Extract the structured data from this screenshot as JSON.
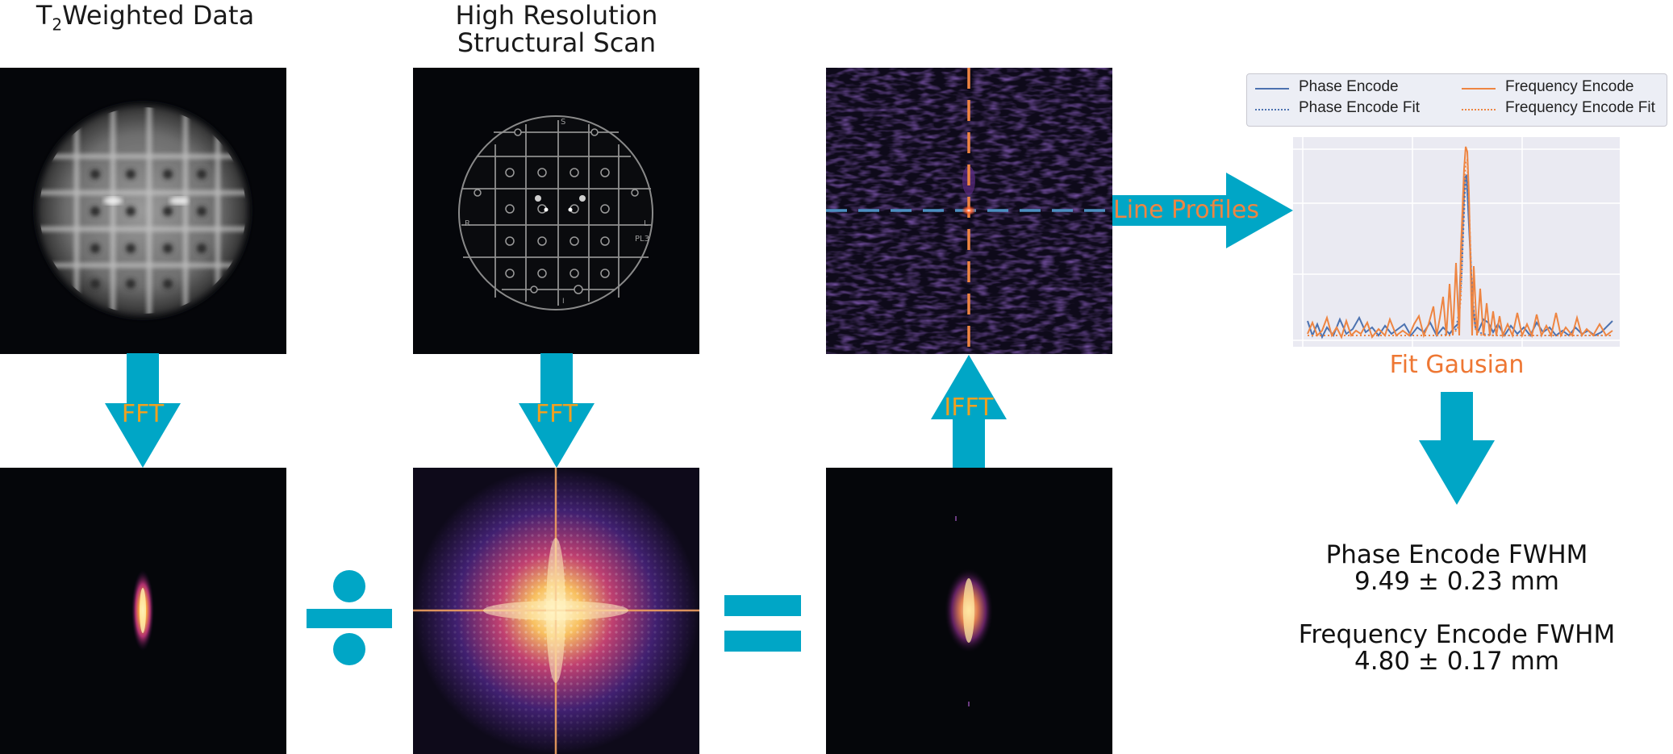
{
  "titles": {
    "t2_prefix": "T",
    "t2_sub": "2",
    "t2_suffix": "Weighted Data",
    "hires_line1": "High Resolution",
    "hires_line2": "Structural Scan"
  },
  "arrows": {
    "fft1": "FFT",
    "fft2": "FFT",
    "ifft": "IFFT",
    "line_profiles": "Line Profiles",
    "fit": "Fit Gausian"
  },
  "operators": {
    "divide": "÷",
    "equals": "="
  },
  "phantom_labels": {
    "s": "S",
    "r": "R",
    "l": "L",
    "pl": "PL3",
    "i": "I"
  },
  "legend": {
    "phase": "Phase Encode",
    "phase_fit": "Phase Encode Fit",
    "freq": "Frequency Encode",
    "freq_fit": "Frequency Encode Fit"
  },
  "results": {
    "phase_label": "Phase Encode FWHM",
    "phase_value": "9.49 ± 0.23 mm",
    "freq_label": "Frequency Encode FWHM",
    "freq_value": "4.80 ± 0.17 mm"
  },
  "colors": {
    "arrow": "#00a6c6",
    "phase": "#4c72b0",
    "frequency": "#ee8542",
    "label_orange": "#f0a020"
  }
}
